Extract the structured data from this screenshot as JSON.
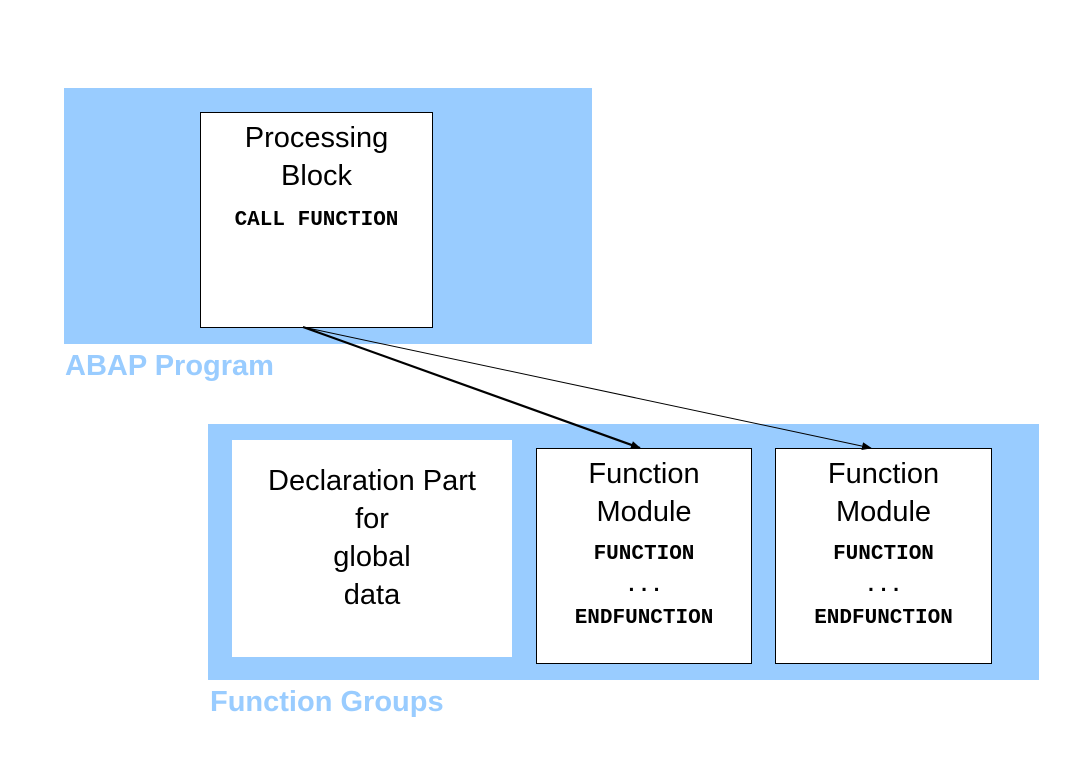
{
  "abap_program": {
    "label": "ABAP Program",
    "processing_block": {
      "title_line1": "Processing",
      "title_line2": "Block",
      "code": "CALL FUNCTION"
    }
  },
  "function_groups": {
    "label": "Function Groups",
    "declaration": {
      "line1": "Declaration Part",
      "line2": "for",
      "line3": "global",
      "line4": "data"
    },
    "modules": [
      {
        "title_line1": "Function",
        "title_line2": "Module",
        "code_start": "FUNCTION",
        "code_ellipsis": "...",
        "code_end": "ENDFUNCTION"
      },
      {
        "title_line1": "Function",
        "title_line2": "Module",
        "code_start": "FUNCTION",
        "code_ellipsis": "...",
        "code_end": "ENDFUNCTION"
      }
    ]
  },
  "colors": {
    "region": "#99ccff",
    "label": "#99ccff",
    "box": "#ffffff",
    "line": "#000000"
  },
  "arrows": [
    {
      "from": "processing-block",
      "to": "function-module-1",
      "style": "thick"
    },
    {
      "from": "processing-block",
      "to": "function-module-2",
      "style": "thin"
    }
  ]
}
